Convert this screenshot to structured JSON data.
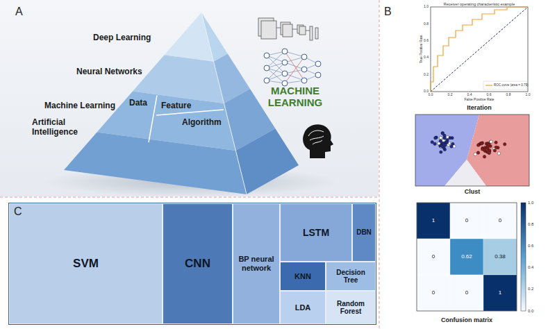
{
  "diagram": {
    "nodes": [
      {
        "text": [
          "SVM"
        ]
      },
      {
        "text": [
          "CNN"
        ]
      },
      {
        "text": [
          "BP neural network"
        ]
      },
      {
        "text": [
          "LSTM"
        ]
      },
      {
        "text": [
          "DBN"
        ]
      },
      {
        "text": [
          "KNN"
        ]
      },
      {
        "text": [
          "Decision Tree"
        ]
      },
      {
        "text": [
          "LDA"
        ]
      },
      {
        "text": [
          "Random Forest"
        ]
      }
    ],
    "labels": [
      "A",
      "Deep Learning",
      "Neural Networks",
      "Machine Learning",
      "Data",
      "Feature",
      "Algorithm",
      "Artificial Intelligence",
      "MACHINE LEARNING",
      "B",
      "Receiver operating characteristic example",
      "True Positive Rate",
      "False Positive Rate",
      "Iteration",
      "Clust",
      "1",
      "0",
      "0",
      "0",
      "0.62",
      "0.38",
      "0",
      "0",
      "1",
      "1.0",
      "0.8",
      "0.6",
      "0.4",
      "0.2",
      "0.0",
      "Confusion matrix",
      "C",
      "0.0",
      "0.2",
      "0.4",
      "0.6",
      "0.8",
      "1.0",
      "0.0",
      "0.2",
      "0.4",
      "0.6",
      "0.8",
      "1.0"
    ],
    "legend": [
      {
        "text": "ROC curve (area = 0.79)"
      }
    ]
  }
}
